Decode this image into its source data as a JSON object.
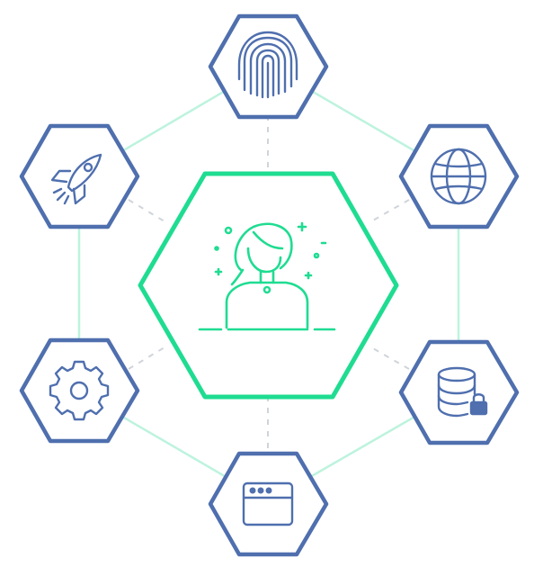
{
  "colors": {
    "hex_outline": "#4F6FAE",
    "icon_stroke": "#4F6FAE",
    "center_accent": "#1FDC91",
    "connector_line": "#BDF3DE",
    "dashed_spoke": "#D0D4DA",
    "background": "#FFFFFF"
  },
  "center": {
    "icon": "user-avatar-icon"
  },
  "nodes": [
    {
      "id": "top",
      "icon": "fingerprint-icon"
    },
    {
      "id": "upper-right",
      "icon": "globe-icon"
    },
    {
      "id": "lower-right",
      "icon": "database-lock-icon"
    },
    {
      "id": "bottom",
      "icon": "browser-window-icon"
    },
    {
      "id": "lower-left",
      "icon": "gear-icon"
    },
    {
      "id": "upper-left",
      "icon": "rocket-icon"
    }
  ]
}
